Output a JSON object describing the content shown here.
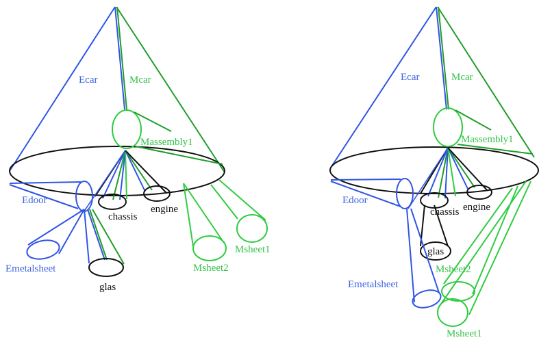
{
  "colors": {
    "blue": "#2f55e6",
    "green": "#2ecc40",
    "dark_green": "#1f9e2a",
    "black": "#111111",
    "label_blue": "#3d63e0",
    "label_green": "#36c24a"
  },
  "left": {
    "ecar": "Ecar",
    "mcar": "Mcar",
    "massembly": "Massembly1",
    "edoor": "Edoor",
    "chassis": "chassis",
    "engine": "engine",
    "emetalsheet": "Emetalsheet",
    "glas": "glas",
    "msheet1": "Msheet1",
    "msheet2": "Msheet2"
  },
  "right": {
    "ecar": "Ecar",
    "mcar": "Mcar",
    "massembly": "Massembly1",
    "edoor": "Edoor",
    "chassis": "chassis",
    "engine": "engine",
    "emetalsheet": "Emetalsheet",
    "glas": "glas",
    "msheet1": "Msheet1",
    "msheet2": "Msheet2"
  }
}
